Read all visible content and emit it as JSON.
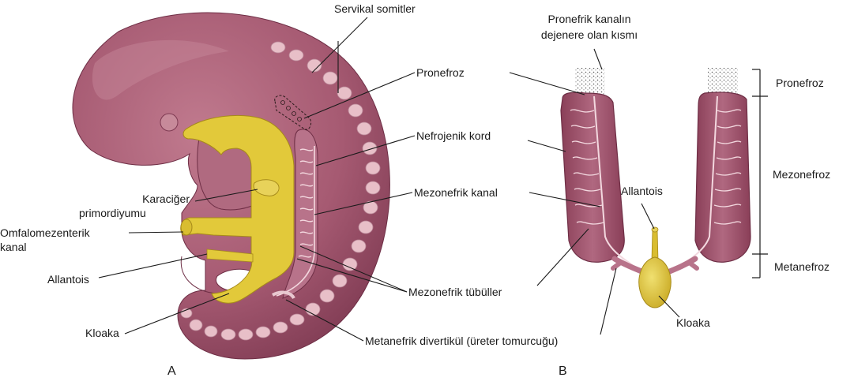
{
  "panel_a": {
    "letter": "A",
    "labels": {
      "servikal_somitler": "Servikal somitler",
      "pronefroz": "Pronefroz",
      "nefrojenik_kord": "Nefrojenik kord",
      "mezonefrik_kanal": "Mezonefrik kanal",
      "karaciger_1": "Karaciğer",
      "karaciger_2": "primordiyumu",
      "omfalo_1": "Omfalomezenterik",
      "omfalo_2": "kanal",
      "allantois": "Allantois",
      "mezonefrik_tubuller": "Mezonefrik tübüller",
      "kloaka": "Kloaka",
      "metanefrik": "Metanefrik divertikül (üreter tomurcuğu)"
    }
  },
  "panel_b": {
    "letter": "B",
    "labels": {
      "pronefrik_1": "Pronefrik kanalın",
      "pronefrik_2": "dejenere olan kısmı",
      "pronefroz": "Pronefroz",
      "mezonefroz": "Mezonefroz",
      "metanefroz": "Metanefroz",
      "allantois": "Allantois",
      "kloaka": "Kloaka"
    }
  },
  "colors": {
    "embryo": "#a65a72",
    "embryo_dark": "#7e3a52",
    "yolk": "#e2c93a",
    "somite": "#e8bfc8",
    "kidney": "#9c4e66"
  }
}
